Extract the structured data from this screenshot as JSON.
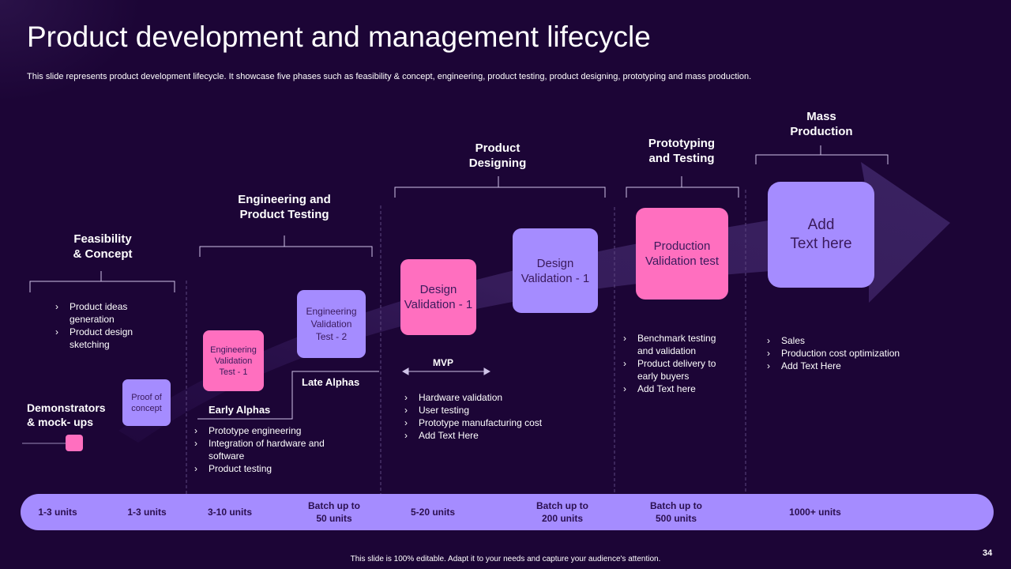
{
  "title": "Product development and management lifecycle",
  "subtitle": "This slide represents product development lifecycle. It showcase five phases such as feasibility & concept, engineering, product testing, product designing, prototyping and mass production.",
  "phases": {
    "feasibility": "Feasibility\n& Concept",
    "engineering": "Engineering and\nProduct Testing",
    "designing": "Product\nDesigning",
    "prototyping": "Prototyping\nand Testing",
    "mass": "Mass\nProduction"
  },
  "boxes": {
    "proof": "Proof of\nconcept",
    "evt1": "Engineering\nValidation\nTest - 1",
    "evt2": "Engineering\nValidation\nTest - 2",
    "dv1_pink": "Design\nValidation - 1",
    "dv1_violet": "Design\nValidation - 1",
    "pvt": "Production\nValidation test",
    "add": "Add\nText here"
  },
  "labels": {
    "demonstrators": "Demonstrators\n& mock- ups",
    "early_alphas": "Early Alphas",
    "late_alphas": "Late Alphas",
    "mvp": "MVP"
  },
  "bullets": {
    "feasibility": [
      "Product ideas generation",
      "Product design sketching"
    ],
    "engineering": [
      "Prototype engineering",
      "Integration of hardware and software",
      "Product testing"
    ],
    "designing": [
      "Hardware validation",
      "User testing",
      "Prototype manufacturing cost",
      "Add Text Here"
    ],
    "prototyping": [
      "Benchmark testing and validation",
      "Product delivery to early buyers",
      "Add Text here"
    ],
    "mass": [
      "Sales",
      "Production cost optimization",
      "Add Text Here"
    ]
  },
  "units": [
    "1-3 units",
    "1-3 units",
    "3-10 units",
    "Batch up to\n50 units",
    "5-20 units",
    "Batch up to\n200 units",
    "Batch up to\n500 units",
    "1000+ units"
  ],
  "footer": "This slide is 100% editable. Adapt it to your needs and capture your audience's attention.",
  "page_number": "34",
  "colors": {
    "background": "#1c0536",
    "pink": "#ff6fbf",
    "violet": "#a58cff",
    "arrow": "#3a2060"
  }
}
